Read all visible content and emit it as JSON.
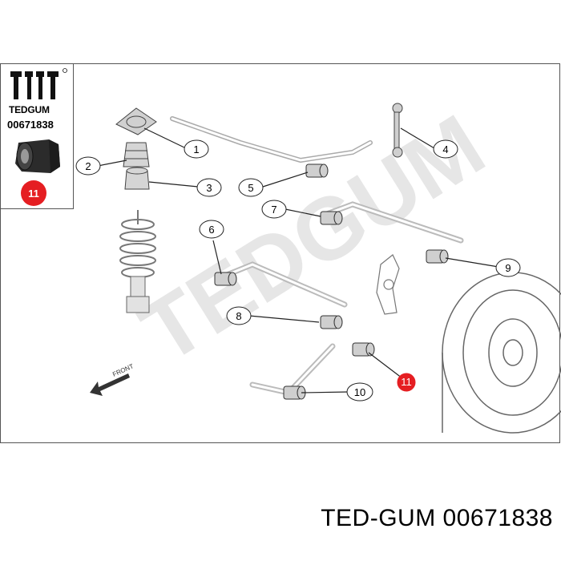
{
  "legend": {
    "brand": "TEDGUM",
    "part_number": "00671838",
    "badge_number": "11"
  },
  "callouts": [
    "1",
    "2",
    "3",
    "4",
    "5",
    "6",
    "7",
    "8",
    "9",
    "10",
    "11"
  ],
  "front_label": "FRONT",
  "watermark": "TEDGUM",
  "caption": "TED-GUM 00671838",
  "colors": {
    "badge": "#e51e22",
    "line": "#333333",
    "part": "#bdbdbd"
  },
  "icons": [
    "tedgum-logo-icon",
    "bushing-product-icon",
    "front-arrow-icon"
  ]
}
